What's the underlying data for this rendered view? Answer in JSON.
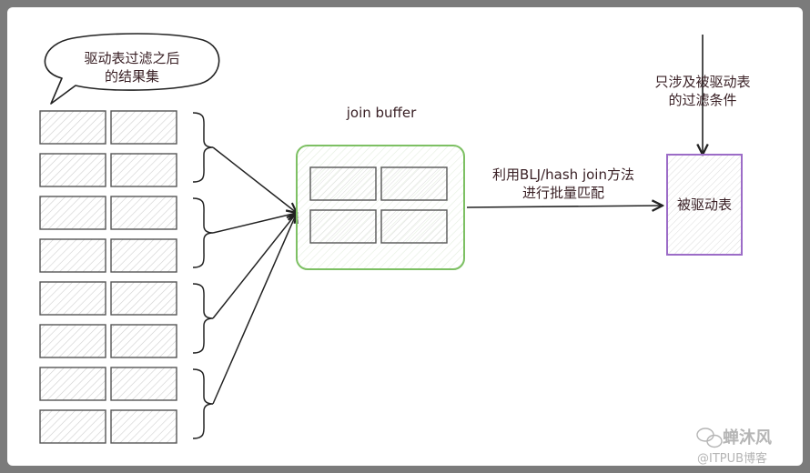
{
  "bubble_text": [
    "驱动表过滤之后",
    "的结果集"
  ],
  "join_buffer_label": "join buffer",
  "arrow_label": [
    "利用BLJ/hash join方法",
    "进行批量匹配"
  ],
  "filter_label": [
    "只涉及被驱动表",
    "的过滤条件"
  ],
  "driven_table_label": "被驱动表",
  "watermark": {
    "brand": "蝉沐风",
    "site": "@ITPUB博客",
    "icon": "wechat-icon"
  },
  "colors": {
    "buffer_border": "#7dc063",
    "driven_table_border": "#9c6cc7",
    "text": "#3a2126",
    "stroke": "#222222"
  }
}
